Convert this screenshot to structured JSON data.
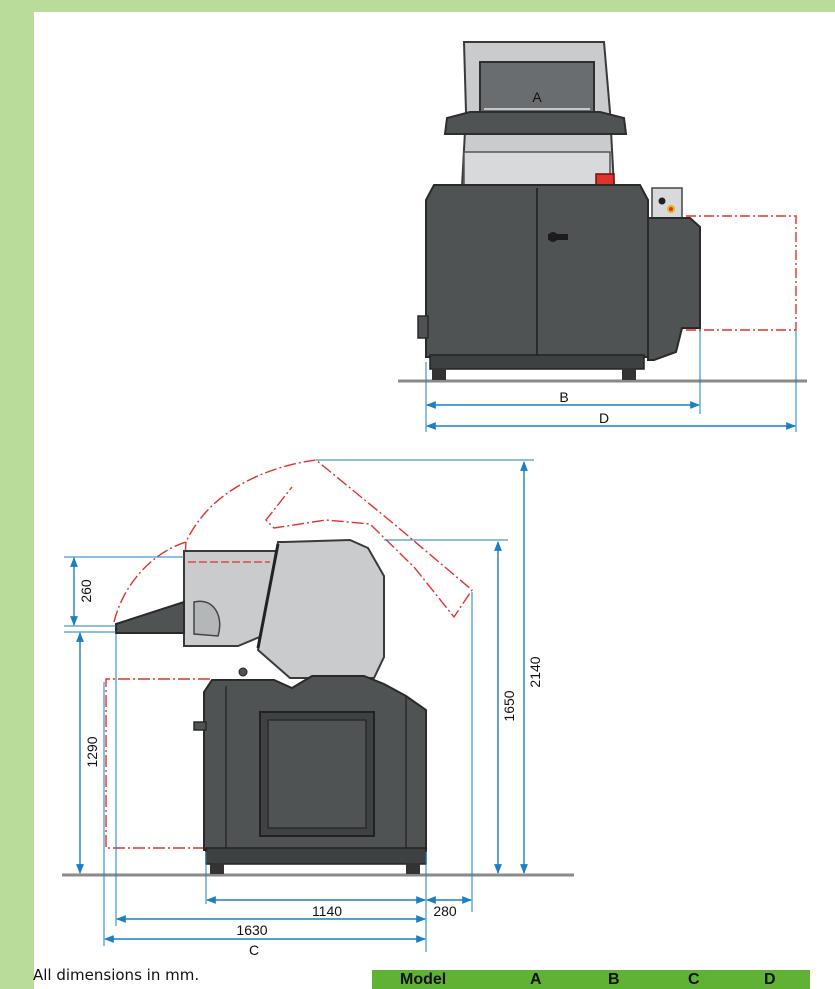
{
  "front_view": {
    "dims": {
      "a": "A",
      "b": "B",
      "d": "D"
    }
  },
  "side_view": {
    "dims": {
      "h260": "260",
      "h1290": "1290",
      "h1650": "1650",
      "h2140": "2140",
      "w1140": "1140",
      "w280": "280",
      "w1630": "1630",
      "c": "C"
    }
  },
  "note": "All dimensions in mm.",
  "table": {
    "headers": [
      "Model",
      "A",
      "B",
      "C",
      "D"
    ]
  },
  "colors": {
    "background": "#b9dc9a",
    "machine_dark": "#505354",
    "hood_grey": "#c9cbcc",
    "dimension_blue": "#1a7fc4",
    "phantom_red": "#e0332b",
    "table_header": "#5fb233"
  }
}
